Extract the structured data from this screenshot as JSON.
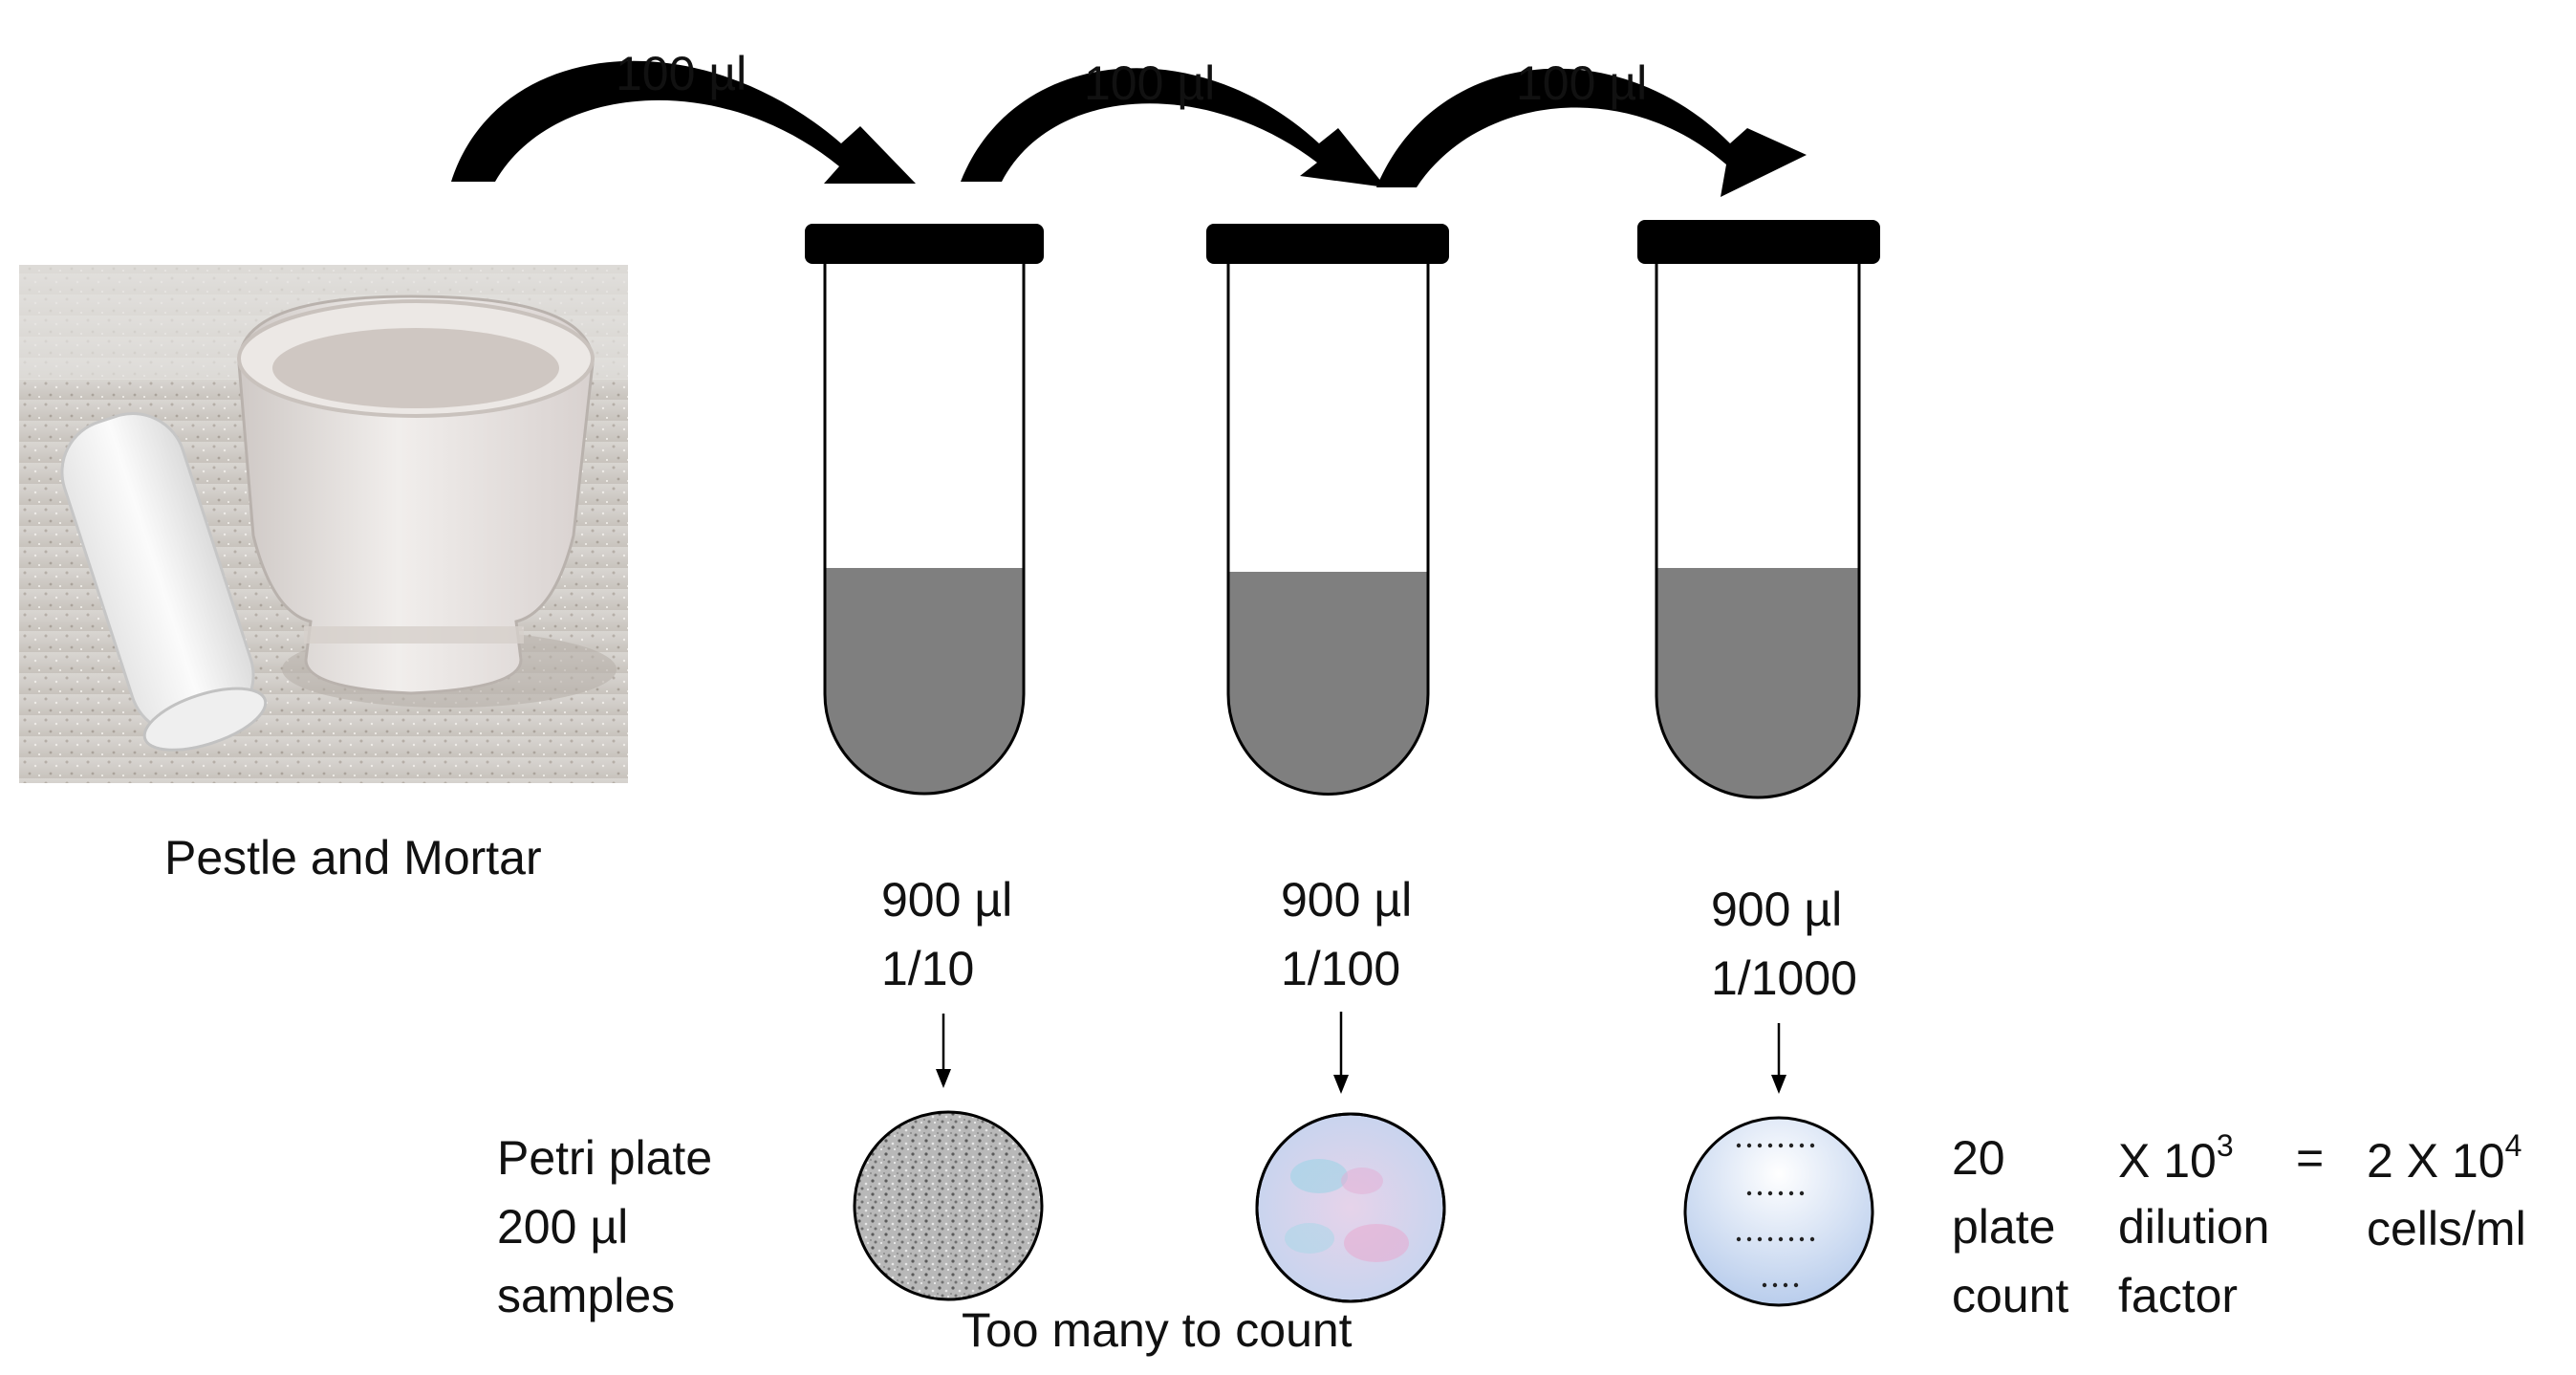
{
  "transfers": [
    {
      "label": "100 µl"
    },
    {
      "label": "100 µl"
    },
    {
      "label": "100 µl"
    }
  ],
  "photo": {
    "caption": "Pestle and Mortar"
  },
  "tubes": [
    {
      "volume": "900 µl",
      "dilution": "1/10"
    },
    {
      "volume": "900 µl",
      "dilution": "1/100"
    },
    {
      "volume": "900 µl",
      "dilution": "1/1000"
    }
  ],
  "plates_label": {
    "line1": "Petri plate",
    "line2": "200 µl",
    "line3": "samples"
  },
  "too_many_label": "Too many to count",
  "calculation": {
    "count_value": "20",
    "count_line2": "plate",
    "count_line3": "count",
    "factor_base": "X 10",
    "factor_exp": "3",
    "factor_line2": "dilution",
    "factor_line3": "factor",
    "equals": "=",
    "result_base": "2 X 10",
    "result_exp": "4",
    "result_unit": "cells/ml"
  },
  "colors": {
    "liquid": "#7f7f7f",
    "cap": "#000000",
    "plate1": "#9a9a9a",
    "plate2": "#c9d6ee",
    "plate3": "#b9cdec"
  }
}
